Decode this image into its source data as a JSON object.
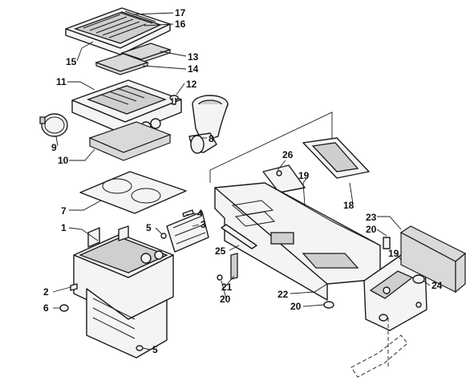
{
  "callouts": [
    {
      "id": "c17",
      "label": "17"
    },
    {
      "id": "c16",
      "label": "16"
    },
    {
      "id": "c13",
      "label": "13"
    },
    {
      "id": "c15",
      "label": "15"
    },
    {
      "id": "c14",
      "label": "14"
    },
    {
      "id": "c11",
      "label": "11"
    },
    {
      "id": "c12",
      "label": "12"
    },
    {
      "id": "c9",
      "label": "9"
    },
    {
      "id": "c8",
      "label": "8"
    },
    {
      "id": "c10",
      "label": "10"
    },
    {
      "id": "c26",
      "label": "26"
    },
    {
      "id": "c19a",
      "label": "19"
    },
    {
      "id": "c18",
      "label": "18"
    },
    {
      "id": "c7",
      "label": "7"
    },
    {
      "id": "c4",
      "label": "4"
    },
    {
      "id": "c23",
      "label": "23"
    },
    {
      "id": "c1",
      "label": "1"
    },
    {
      "id": "c3",
      "label": "3"
    },
    {
      "id": "c5a",
      "label": "5"
    },
    {
      "id": "c20a",
      "label": "20"
    },
    {
      "id": "c25",
      "label": "25"
    },
    {
      "id": "c19b",
      "label": "19"
    },
    {
      "id": "c21",
      "label": "21"
    },
    {
      "id": "c24",
      "label": "24"
    },
    {
      "id": "c2",
      "label": "2"
    },
    {
      "id": "c20b",
      "label": "20"
    },
    {
      "id": "c22",
      "label": "22"
    },
    {
      "id": "c6",
      "label": "6"
    },
    {
      "id": "c20c",
      "label": "20"
    },
    {
      "id": "c5b",
      "label": "5"
    }
  ]
}
